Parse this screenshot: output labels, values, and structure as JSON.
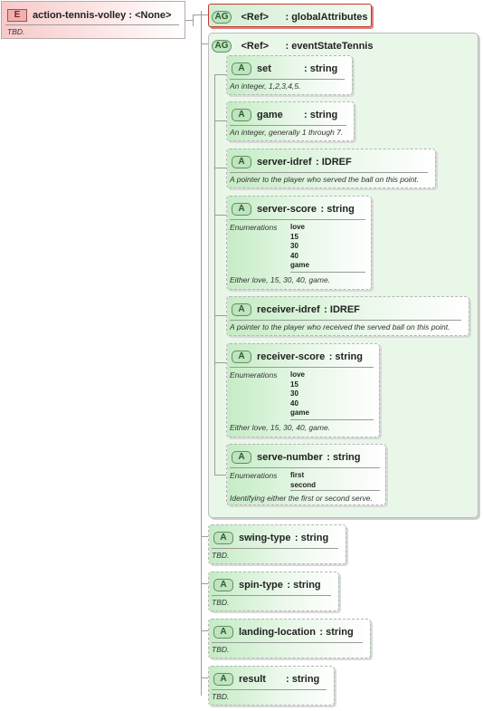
{
  "element": {
    "badge": "E",
    "title": "action-tennis-volley : <None>",
    "doc": "TBD."
  },
  "global_attributes": {
    "badge": "AG",
    "ref": "<Ref>",
    "name": ": globalAttributes"
  },
  "event_state": {
    "badge": "AG",
    "ref": "<Ref>",
    "name": ": eventStateTennis",
    "attributes": [
      {
        "badge": "A",
        "name": "set",
        "type": ": string",
        "doc": "An integer, 1,2,3,4,5."
      },
      {
        "badge": "A",
        "name": "game",
        "type": ": string",
        "doc": "An integer, generally 1 through 7."
      },
      {
        "badge": "A",
        "name": "server-idref",
        "type": ": IDREF",
        "doc": "A pointer to the player who served the ball on this point."
      },
      {
        "badge": "A",
        "name": "server-score",
        "type": ": string",
        "enum_label": "Enumerations",
        "enum_values": "love\n15\n30\n40\ngame",
        "doc": "Either love, 15, 30, 40, game."
      },
      {
        "badge": "A",
        "name": "receiver-idref",
        "type": ": IDREF",
        "doc": "A pointer to the player who received the served ball on this point."
      },
      {
        "badge": "A",
        "name": "receiver-score",
        "type": ": string",
        "enum_label": "Enumerations",
        "enum_values": "love\n15\n30\n40\ngame",
        "doc": "Either love, 15, 30, 40, game."
      },
      {
        "badge": "A",
        "name": "serve-number",
        "type": ": string",
        "enum_label": "Enumerations",
        "enum_values": "first\nsecond",
        "doc": "Identifying either the first or second serve."
      }
    ]
  },
  "attributes": [
    {
      "badge": "A",
      "name": "swing-type",
      "type": ": string",
      "doc": "TBD."
    },
    {
      "badge": "A",
      "name": "spin-type",
      "type": ": string",
      "doc": "TBD."
    },
    {
      "badge": "A",
      "name": "landing-location",
      "type": ": string",
      "doc": "TBD."
    },
    {
      "badge": "A",
      "name": "result",
      "type": ": string",
      "doc": "TBD."
    }
  ]
}
